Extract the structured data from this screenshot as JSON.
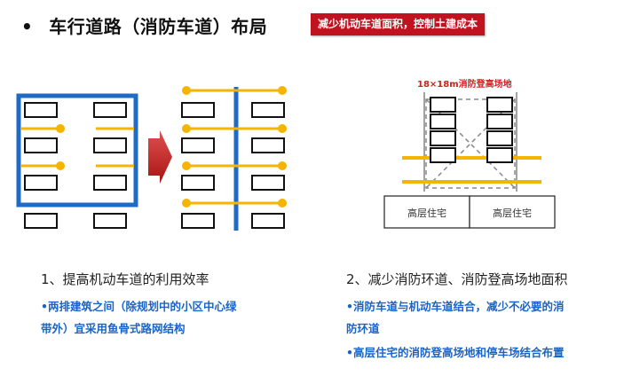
{
  "header": {
    "bullet": "•",
    "title": "车行道路（消防车道）布局",
    "tag": "减少机动车道面积，控制土建成本"
  },
  "right_diagram": {
    "area_label": "18×18m消防登高场地",
    "building_left": "高层住宅",
    "building_right": "高层住宅"
  },
  "left_text": {
    "caption": "1、提高机动车道的利用效率",
    "note_line1": "•两排建筑之间（除规划中的小区中心绿",
    "note_line2": "带外）宜采用鱼骨式路网结构"
  },
  "right_text": {
    "caption": "2、减少消防环道、消防登高场地面积",
    "note_line1": "•消防车道与机动车道结合，减少不必要的消",
    "note_line2": "防环道",
    "note_line3": "•高层住宅的消防登高场地和停车场结合布置"
  },
  "colors": {
    "road_blue": "#1f6bc4",
    "road_orange": "#f5b400",
    "arrow_red": "#c62020",
    "tag_red": "#c0121f"
  }
}
